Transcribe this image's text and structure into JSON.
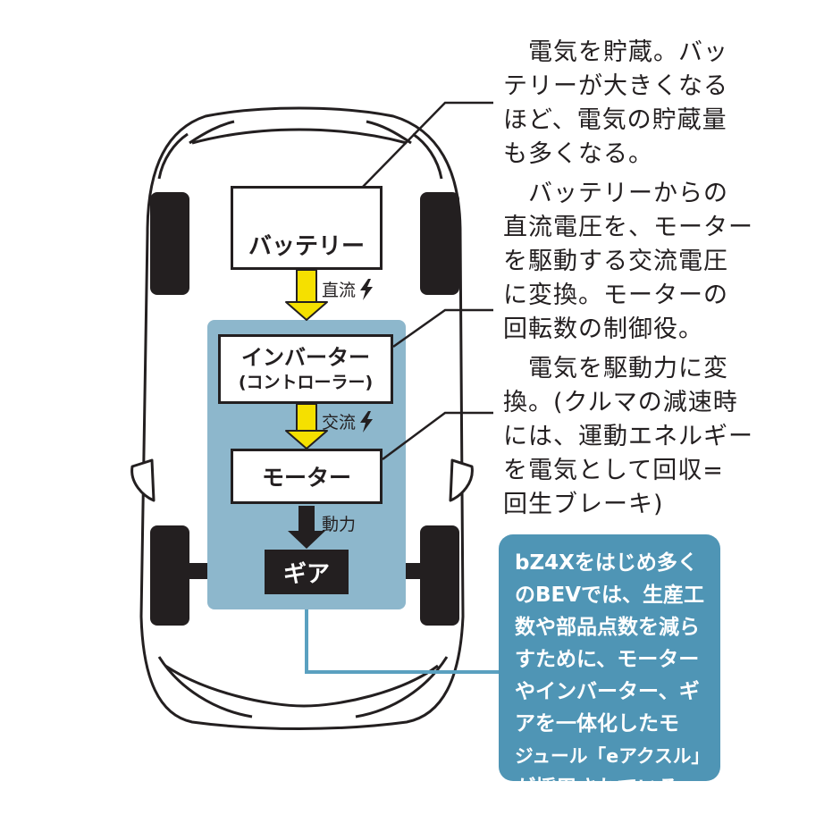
{
  "nodes": {
    "battery": {
      "label": "バッテリー"
    },
    "inverter": {
      "line1": "インバーター",
      "line2": "(コントローラー)"
    },
    "motor": {
      "label": "モーター"
    },
    "gear": {
      "label": "ギア"
    }
  },
  "flows": {
    "battery_to_inverter": "直流",
    "inverter_to_motor": "交流",
    "motor_to_gear": "動力"
  },
  "captions": {
    "battery": [
      "　電気を貯蔵。バッ",
      "テリーが大きくなる",
      "ほど、電気の貯蔵量",
      "も多くなる。"
    ],
    "inverter": [
      "　バッテリーからの",
      "直流電圧を、モーター",
      "を駆動する交流電圧",
      "に変換。モーターの",
      "回転数の制御役。"
    ],
    "motor": [
      "　電気を駆動力に変",
      "換。(クルマの減速時",
      "には、運動エネルギー",
      "を電気として回収=",
      "回生ブレーキ)"
    ]
  },
  "note": {
    "lines": [
      "bZ4Xをはじめ多く",
      "のBEVでは、生産工",
      "数や部品点数を減ら",
      "すために、モーター",
      "やインバーター、ギ",
      "アを一体化したモ",
      "ジュール「eアクスル」",
      "が採用されている。"
    ]
  },
  "colors": {
    "ink": "#231f20",
    "module_fill": "#8db7cc",
    "note_fill": "#4f95b5",
    "arrow_yellow": "#f5e000",
    "leader_blue": "#5aa0c0"
  },
  "icons": [
    "lightning-bolt-icon"
  ]
}
